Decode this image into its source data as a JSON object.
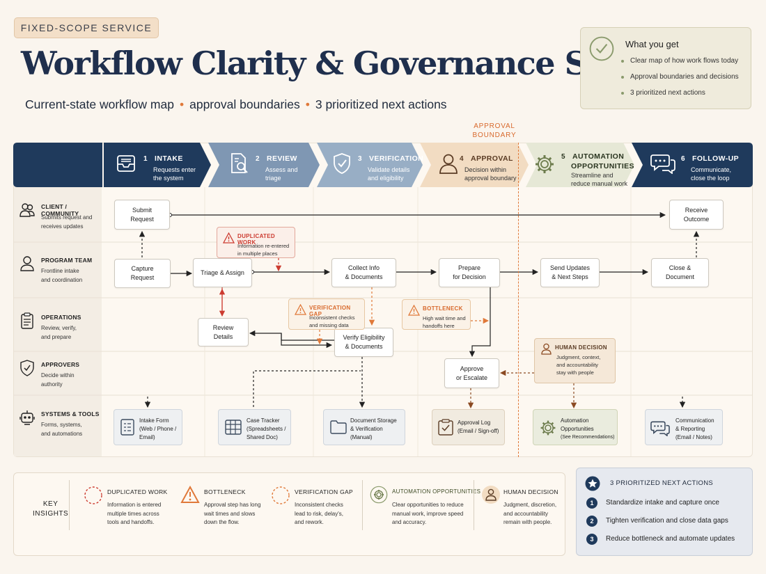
{
  "header": {
    "tag": "FIXED-SCOPE SERVICE",
    "title": "Workflow Clarity & Governance Scan",
    "subtitle_parts": [
      "Current-state workflow map",
      "approval boundaries",
      "3 prioritized next actions"
    ],
    "subtitle_sep": "•"
  },
  "what_you_get": {
    "heading": "What you get",
    "items": [
      "Clear map of how work flows today",
      "Approval boundaries and decisions",
      "3 prioritized next actions"
    ]
  },
  "approval_boundary": {
    "line1": "APPROVAL",
    "line2": "BOUNDARY"
  },
  "stages": [
    {
      "num": "1",
      "title": "INTAKE",
      "d1": "Requests enter",
      "d2": "the system",
      "icon": "inbox-icon"
    },
    {
      "num": "2",
      "title": "REVIEW",
      "d1": "Assess and",
      "d2": "triage",
      "icon": "document-search-icon"
    },
    {
      "num": "3",
      "title": "VERIFICATION",
      "d1": "Validate details",
      "d2": "and eligibility",
      "icon": "shield-check-icon"
    },
    {
      "num": "4",
      "title": "APPROVAL",
      "d1": "Decision within",
      "d2": "approval boundary",
      "icon": "person-icon"
    },
    {
      "num": "5",
      "title": "AUTOMATION",
      "title2": "OPPORTUNITIES",
      "d1": "Streamline and",
      "d2": "reduce manual work",
      "icon": "gear-icon"
    },
    {
      "num": "6",
      "title": "FOLLOW-UP",
      "d1": "Communicate,",
      "d2": "close the loop",
      "icon": "chat-bubbles-icon"
    }
  ],
  "rows": [
    {
      "title": "CLIENT / COMMUNITY",
      "d1": "Submits request and",
      "d2": "receives updates",
      "icon": "group-icon"
    },
    {
      "title": "PROGRAM TEAM",
      "d1": "Frontline intake",
      "d2": "and coordination",
      "icon": "user-icon"
    },
    {
      "title": "OPERATIONS",
      "d1": "Review, verify,",
      "d2": "and prepare",
      "icon": "clipboard-icon"
    },
    {
      "title": "APPROVERS",
      "d1": "Decide within",
      "d2": "authority",
      "icon": "shield-check-icon"
    },
    {
      "title": "SYSTEMS & TOOLS",
      "d1": "Forms, systems,",
      "d2": "and automations",
      "icon": "robot-icon"
    }
  ],
  "nodes": {
    "submit": [
      "Submit",
      "Request"
    ],
    "receive": [
      "Receive",
      "Outcome"
    ],
    "capture": [
      "Capture",
      "Request"
    ],
    "triage": [
      "Triage & Assign"
    ],
    "collect": [
      "Collect Info",
      "& Documents"
    ],
    "prepare": [
      "Prepare",
      "for Decision"
    ],
    "send": [
      "Send Updates",
      "& Next Steps"
    ],
    "close": [
      "Close &",
      "Document"
    ],
    "review": [
      "Review",
      "Details"
    ],
    "verify": [
      "Verify Eligibility",
      "& Documents"
    ],
    "approve": [
      "Approve",
      "or Escalate"
    ]
  },
  "callouts": {
    "dup": {
      "h": "DUPLICATED WORK",
      "b1": "Information re-entered",
      "b2": "in multiple places"
    },
    "vgap": {
      "h": "VERIFICATION GAP",
      "b1": "Inconsistent checks",
      "b2": "and missing data"
    },
    "bneck": {
      "h": "BOTTLENECK",
      "b1": "High wait time and",
      "b2": "handoffs here"
    },
    "human": {
      "h": "HUMAN DECISION",
      "b1": "Judgment, context,",
      "b2": "and accountability",
      "b3": "stay with people"
    }
  },
  "systems": [
    {
      "l1": "Intake Form",
      "l2": "(Web / Phone /",
      "l3": "Email)",
      "icon": "form-icon"
    },
    {
      "l1": "Case Tracker",
      "l2": "(Spreadsheets /",
      "l3": "Shared Doc)",
      "icon": "grid-icon"
    },
    {
      "l1": "Document Storage",
      "l2": "& Verification",
      "l3": "(Manual)",
      "icon": "folder-icon"
    },
    {
      "l1": "Approval Log",
      "l2": "(Email / Sign-off)",
      "l3": "",
      "icon": "checklist-icon"
    },
    {
      "l1": "Automation",
      "l2": "Opportunities",
      "l3": "(See Recommendations)",
      "icon": "gear-icon"
    },
    {
      "l1": "Communication",
      "l2": "& Reporting",
      "l3": "(Email / Notes)",
      "icon": "chat-bubbles-icon"
    }
  ],
  "key_insights": {
    "label1": "KEY",
    "label2": "INSIGHTS",
    "items": [
      {
        "h": "DUPLICATED WORK",
        "b1": "Information is entered",
        "b2": "multiple times across",
        "b3": "tools and handoffs.",
        "icon": "dashed-circle-red-icon"
      },
      {
        "h": "BOTTLENECK",
        "b1": "Approval step has long",
        "b2": "wait times and slows",
        "b3": "down the flow.",
        "icon": "warning-triangle-icon"
      },
      {
        "h": "VERIFICATION GAP",
        "b1": "Inconsistent checks",
        "b2": "lead to risk, delay's,",
        "b3": "and rework.",
        "icon": "dashed-circle-orange-icon"
      },
      {
        "h": "AUTOMATION OPPORTUNITIES",
        "b1": "Clear opportunities to reduce",
        "b2": "manual work, improve speed",
        "b3": "and accuracy.",
        "icon": "gear-icon"
      },
      {
        "h": "HUMAN DECISION",
        "b1": "Judgment, discretion,",
        "b2": "and accountability",
        "b3": "remain with people.",
        "icon": "person-icon"
      }
    ]
  },
  "next_actions": {
    "title": "3 PRIORITIZED NEXT ACTIONS",
    "items": [
      {
        "n": "1",
        "text": "Standardize intake and capture once"
      },
      {
        "n": "2",
        "text": "Tighten verification and close data gaps"
      },
      {
        "n": "3",
        "text": "Reduce bottleneck and automate updates"
      }
    ]
  },
  "colors": {
    "navy": "#1f3a5c",
    "slate": "#7f97b3",
    "peach": "#f2dcc2",
    "sage": "#e6e8d6",
    "orange": "#e0793a",
    "red": "#cc3b30"
  }
}
